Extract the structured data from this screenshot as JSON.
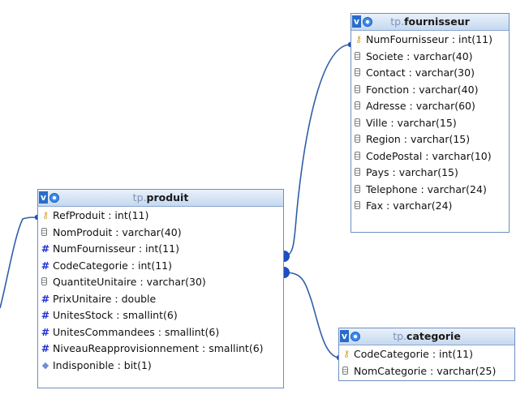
{
  "colors": {
    "link": "#2f5fa8",
    "connector": "#1d4fbf",
    "header_accent": "#2a6cc9"
  },
  "tables": {
    "fournisseur": {
      "schema": "tp",
      "name": "fournisseur",
      "fields": [
        {
          "icon": "primary-key-icon",
          "text": "NumFournisseur : int(11)"
        },
        {
          "icon": "field-icon",
          "text": "Societe : varchar(40)"
        },
        {
          "icon": "field-icon",
          "text": "Contact : varchar(30)"
        },
        {
          "icon": "field-icon",
          "text": "Fonction : varchar(40)"
        },
        {
          "icon": "field-icon",
          "text": "Adresse : varchar(60)"
        },
        {
          "icon": "field-icon",
          "text": "Ville : varchar(15)"
        },
        {
          "icon": "field-icon",
          "text": "Region : varchar(15)"
        },
        {
          "icon": "field-icon",
          "text": "CodePostal : varchar(10)"
        },
        {
          "icon": "field-icon",
          "text": "Pays : varchar(15)"
        },
        {
          "icon": "field-icon",
          "text": "Telephone : varchar(24)"
        },
        {
          "icon": "field-icon",
          "text": "Fax : varchar(24)"
        }
      ]
    },
    "produit": {
      "schema": "tp",
      "name": "produit",
      "fields": [
        {
          "icon": "primary-key-icon",
          "text": "RefProduit : int(11)"
        },
        {
          "icon": "field-icon",
          "text": "NomProduit : varchar(40)"
        },
        {
          "icon": "numeric-field-icon",
          "text": "NumFournisseur : int(11)"
        },
        {
          "icon": "numeric-field-icon",
          "text": "CodeCategorie : int(11)"
        },
        {
          "icon": "field-icon",
          "text": "QuantiteUnitaire : varchar(30)"
        },
        {
          "icon": "numeric-field-icon",
          "text": "PrixUnitaire : double"
        },
        {
          "icon": "numeric-field-icon",
          "text": "UnitesStock : smallint(6)"
        },
        {
          "icon": "numeric-field-icon",
          "text": "UnitesCommandees : smallint(6)"
        },
        {
          "icon": "numeric-field-icon",
          "text": "NiveauReapprovisionnement : smallint(6)"
        },
        {
          "icon": "bit-field-icon",
          "text": "Indisponible : bit(1)"
        }
      ]
    },
    "categorie": {
      "schema": "tp",
      "name": "categorie",
      "fields": [
        {
          "icon": "primary-key-icon",
          "text": "CodeCategorie : int(11)"
        },
        {
          "icon": "field-icon",
          "text": "NomCategorie : varchar(25)"
        }
      ]
    }
  }
}
